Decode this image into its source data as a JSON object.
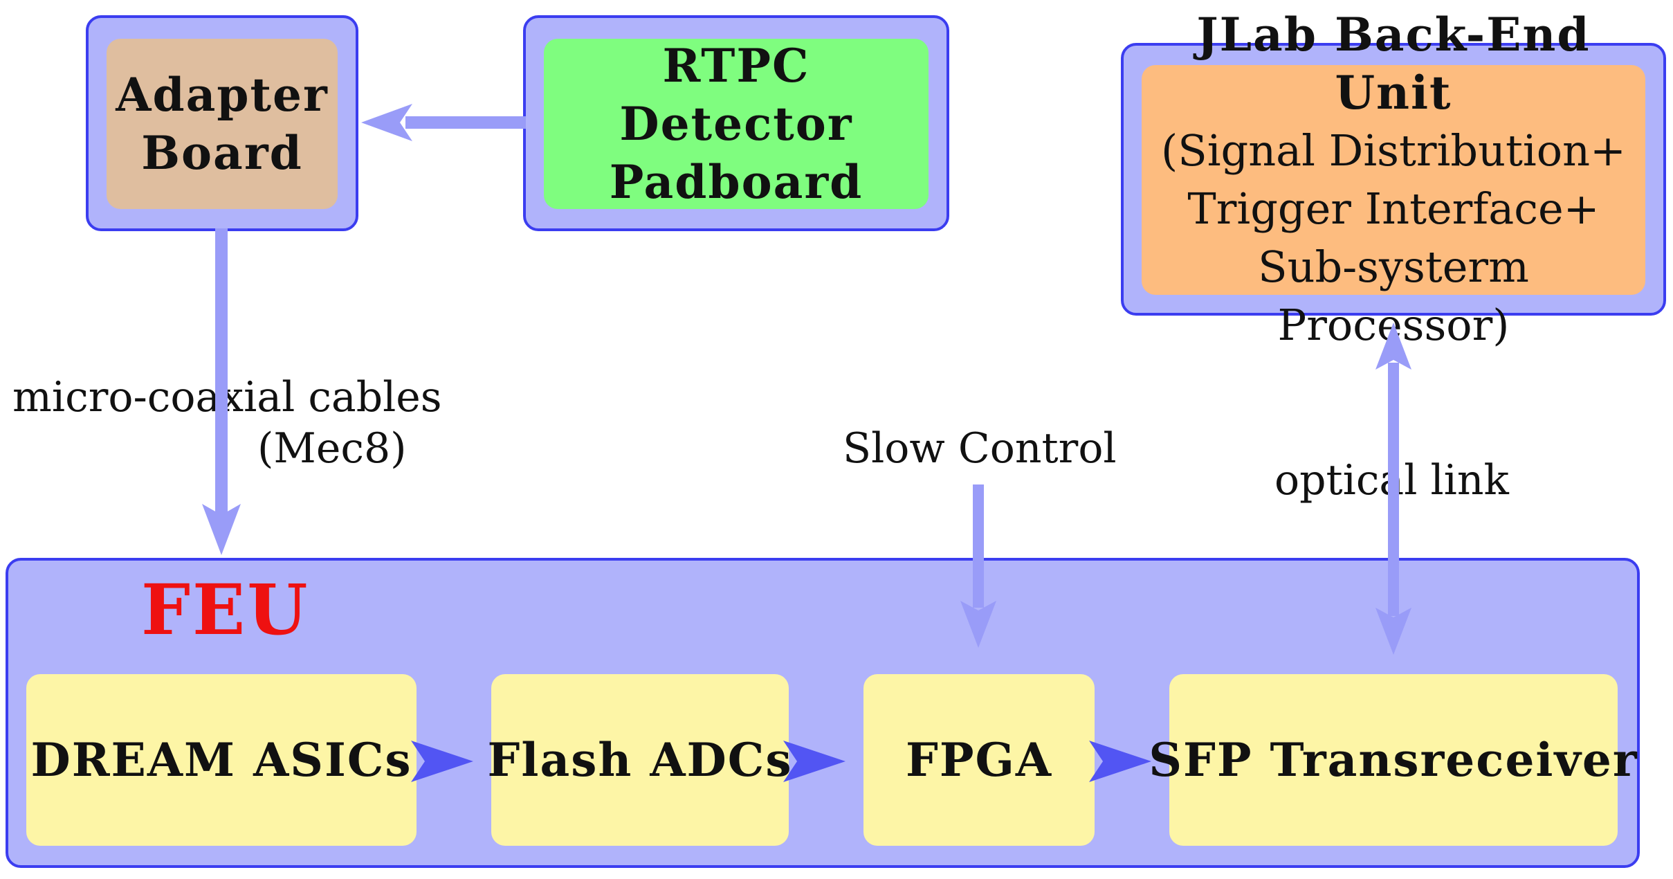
{
  "colors": {
    "outer_fill": "#b0b3fb",
    "outer_border": "#3b3df0",
    "adapter_fill": "#dfbe9f",
    "rtpc_fill": "#7ffd7f",
    "jlab_fill": "#fdbc7f",
    "stage_fill": "#fdf5a6",
    "feu_title": "#ee1111",
    "connector": "#999cf8",
    "chain_arrow": "#5255f3"
  },
  "adapter": {
    "lines": [
      "Adapter",
      "Board"
    ]
  },
  "rtpc": {
    "lines": [
      "RTPC Detector",
      "Padboard"
    ]
  },
  "jlab": {
    "title": "JLab Back-End Unit",
    "lines": [
      "(Signal Distribution+",
      "Trigger Interface+",
      "Sub-systerm Processor)"
    ]
  },
  "feu": {
    "title": "FEU",
    "stages": [
      {
        "label": "DREAM ASICs"
      },
      {
        "label": "Flash ADCs"
      },
      {
        "label": "FPGA"
      },
      {
        "label": "SFP Transreceiver"
      }
    ]
  },
  "edges": {
    "cable": {
      "line1": "micro-coaxial cables",
      "line2": "(Mec8)"
    },
    "slow_control": "Slow Control",
    "optical_link": "optical link"
  }
}
